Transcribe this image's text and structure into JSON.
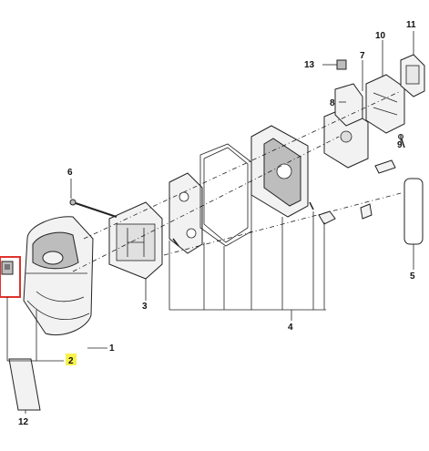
{
  "callouts": [
    {
      "id": "c1",
      "text": "1"
    },
    {
      "id": "c2",
      "text": "2"
    },
    {
      "id": "c3",
      "text": "3"
    },
    {
      "id": "c4",
      "text": "4"
    },
    {
      "id": "c5",
      "text": "5"
    },
    {
      "id": "c6",
      "text": "6"
    },
    {
      "id": "c7",
      "text": "7"
    },
    {
      "id": "c8",
      "text": "8"
    },
    {
      "id": "c9",
      "text": "9"
    },
    {
      "id": "c10",
      "text": "10"
    },
    {
      "id": "c11",
      "text": "11"
    },
    {
      "id": "c12",
      "text": "12"
    },
    {
      "id": "c13",
      "text": "13"
    }
  ],
  "highlight": {
    "part": "2",
    "box_color": "#e0332e",
    "label_highlight_color": "#f7f24a"
  }
}
